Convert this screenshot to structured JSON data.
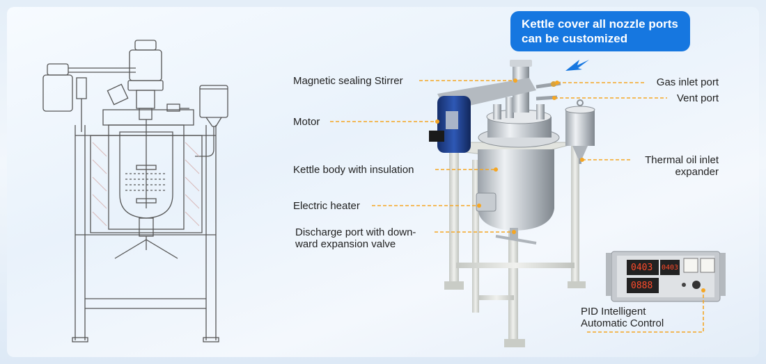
{
  "callout": {
    "line1": "Kettle cover all nozzle ports",
    "line2": "can be customized"
  },
  "labels": {
    "magnetic_stirrer": "Magnetic sealing Stirrer",
    "motor": "Motor",
    "kettle_body": "Kettle body with insulation",
    "electric_heater": "Electric heater",
    "discharge_line1": "Discharge port with down-",
    "discharge_line2": "ward expansion valve",
    "gas_inlet": "Gas inlet port",
    "vent_port": "Vent port",
    "thermal_oil_line1": "Thermal oil inlet",
    "thermal_oil_line2": "expander",
    "pid_line1": "PID Intelligent",
    "pid_line2": "Automatic Control"
  },
  "controller_display": {
    "readout1": "0403",
    "readout2": "0403",
    "readout3": "0888"
  },
  "colors": {
    "callout_bg": "#1677e0",
    "leader_line": "#f5a623",
    "steel": "#c9ced4",
    "frame": "#d6d8d4",
    "motor": "#1e3f8a",
    "drawing_stroke": "#555555",
    "insulation_hatch": "#d8b8b8"
  }
}
